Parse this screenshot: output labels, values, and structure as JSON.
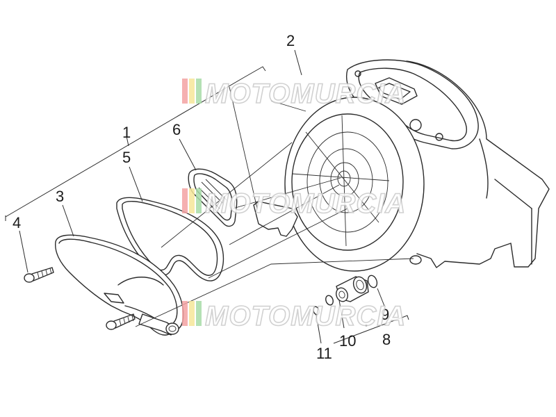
{
  "watermark": {
    "text": "MOTOMURCIA",
    "stripe_colors": [
      "#f4a3a3",
      "#f6e79a",
      "#a8dca8"
    ]
  },
  "callouts": {
    "c1": "1",
    "c2": "2",
    "c3": "3",
    "c4": "4",
    "c5": "5",
    "c6": "6",
    "c7": "8",
    "c8": "9",
    "c9": "10",
    "c10": "11"
  }
}
